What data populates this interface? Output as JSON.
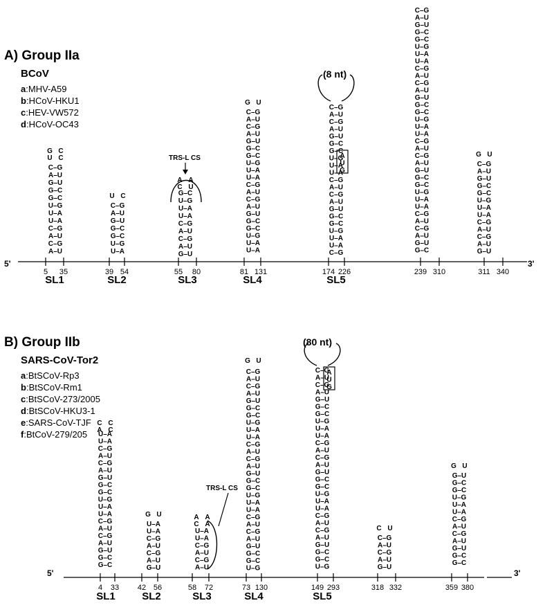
{
  "panel_a": {
    "title": "A) Group IIa",
    "virus": "BCoV",
    "variants": [
      {
        "key": "a",
        "name": "MHV-A59"
      },
      {
        "key": "b",
        "name": "HCoV-HKU1"
      },
      {
        "key": "c",
        "name": "HEV-VW572"
      },
      {
        "key": "d",
        "name": "HCoV-OC43"
      }
    ],
    "end5": "5'",
    "end3": "3'",
    "positions": [
      "5",
      "35",
      "39",
      "54",
      "55",
      "80",
      "81",
      "131",
      "174",
      "226",
      "239",
      "310",
      "311",
      "340"
    ],
    "stem_loops": [
      "SL1",
      "SL2",
      "SL3",
      "SL4",
      "SL5"
    ],
    "trs_label": "TRS-L CS",
    "loop_label": "(8 nt)",
    "boxed_motif": [
      "A",
      "U",
      "G"
    ]
  },
  "panel_b": {
    "title": "B) Group IIb",
    "virus": "SARS-CoV-Tor2",
    "variants": [
      {
        "key": "a",
        "name": "BtSCoV-Rp3"
      },
      {
        "key": "b",
        "name": "BtSCoV-Rm1"
      },
      {
        "key": "c",
        "name": "BtSCoV-273/2005"
      },
      {
        "key": "d",
        "name": "BtSCoV-HKU3-1"
      },
      {
        "key": "e",
        "name": "SARS-CoV-TJF"
      },
      {
        "key": "f",
        "name": "BtCoV-279/205"
      }
    ],
    "end5": "5'",
    "end3": "3'",
    "positions": [
      "4",
      "33",
      "42",
      "56",
      "58",
      "72",
      "73",
      "130",
      "149",
      "293",
      "318",
      "332",
      "359",
      "380"
    ],
    "stem_loops": [
      "SL1",
      "SL2",
      "SL3",
      "SL4",
      "SL5"
    ],
    "trs_label": "TRS-L CS",
    "loop_label": "(80 nt)",
    "boxed_motif": [
      "A",
      "U",
      "G"
    ]
  }
}
